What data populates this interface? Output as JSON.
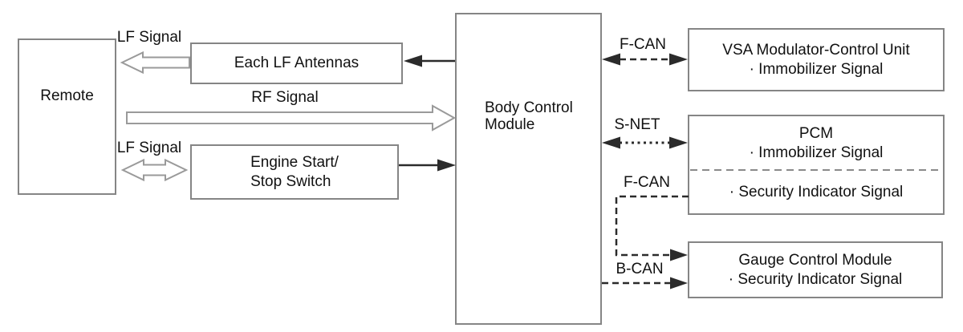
{
  "diagram": {
    "nodes": {
      "remote": {
        "label": "Remote"
      },
      "each_lf_antennas": {
        "label": "Each LF Antennas"
      },
      "engine_start_stop_switch": {
        "line1": "Engine Start/",
        "line2": "Stop Switch"
      },
      "body_control_module": {
        "line1": "Body Control",
        "line2": "Module"
      },
      "vsa_modulator": {
        "title": "VSA Modulator-Control Unit",
        "sub": "· Immobilizer Signal"
      },
      "pcm": {
        "title": "PCM",
        "sub1": "· Immobilizer Signal",
        "sub2": "· Security Indicator Signal"
      },
      "gauge_control_module": {
        "title": "Gauge Control Module",
        "sub": "· Security Indicator Signal"
      }
    },
    "signals": {
      "lf_top": "LF Signal",
      "rf": "RF Signal",
      "lf_bottom": "LF Signal",
      "f_can_top": "F-CAN",
      "s_net": "S-NET",
      "f_can_mid": "F-CAN",
      "b_can": "B-CAN"
    },
    "colors": {
      "background": "#ffffff",
      "box_border": "#858585",
      "text": "#111111",
      "solid_arrow": "#2b2b2b",
      "hollow_arrow_outline": "#9a9a9a",
      "pcm_divider": "#8a8a8a"
    }
  }
}
